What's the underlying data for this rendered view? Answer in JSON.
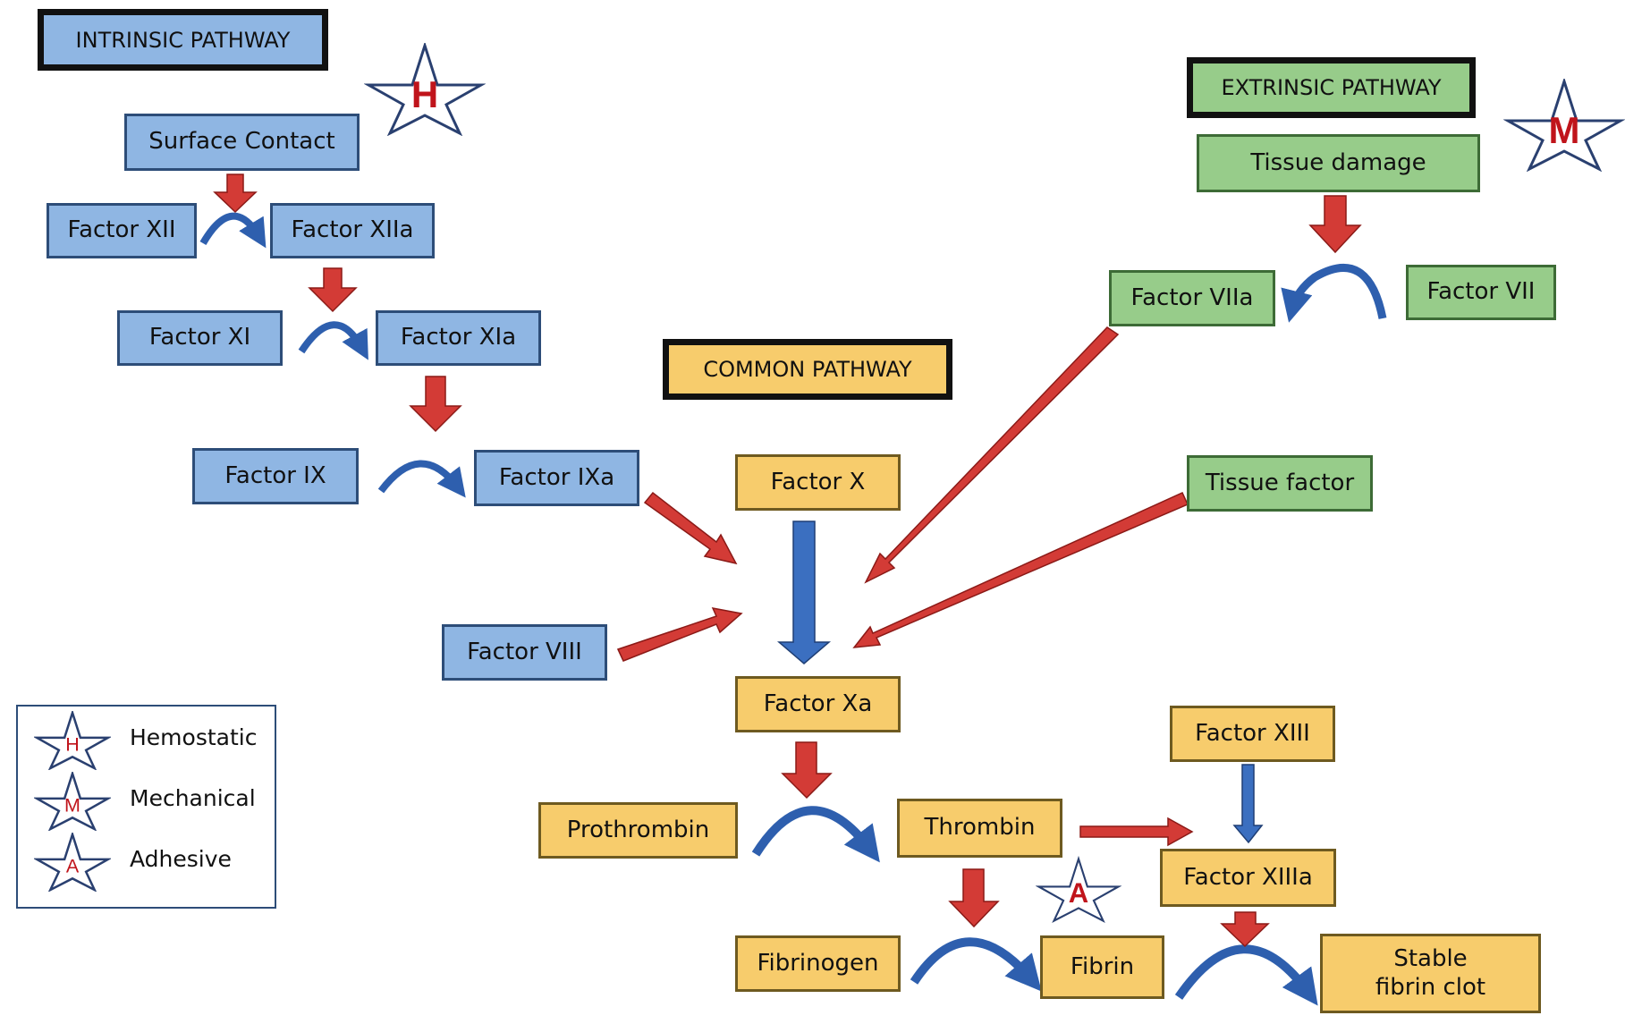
{
  "headers": {
    "intrinsic": "INTRINSIC PATHWAY",
    "extrinsic": "EXTRINSIC PATHWAY",
    "common": "COMMON PATHWAY"
  },
  "nodes": {
    "surface_contact": "Surface Contact",
    "factor_xii": "Factor XII",
    "factor_xiia": "Factor XIIa",
    "factor_xi": "Factor XI",
    "factor_xia": "Factor XIa",
    "factor_ix": "Factor IX",
    "factor_ixa": "Factor IXa",
    "factor_viii": "Factor VIII",
    "tissue_damage": "Tissue damage",
    "factor_viia": "Factor VIIa",
    "factor_vii": "Factor VII",
    "tissue_factor": "Tissue factor",
    "factor_x": "Factor X",
    "factor_xa": "Factor Xa",
    "prothrombin": "Prothrombin",
    "thrombin": "Thrombin",
    "factor_xiii": "Factor XIII",
    "factor_xiiia": "Factor XIIIa",
    "fibrinogen": "Fibrinogen",
    "fibrin": "Fibrin",
    "stable_fibrin_clot": "Stable fibrin clot"
  },
  "stars": {
    "intrinsic": "H",
    "extrinsic": "M",
    "fibrin": "A"
  },
  "legend": [
    {
      "letter": "H",
      "label": "Hemostatic"
    },
    {
      "letter": "M",
      "label": "Mechanical"
    },
    {
      "letter": "A",
      "label": "Adhesive"
    }
  ],
  "colors": {
    "intrinsic_box": "#8fb6e3",
    "extrinsic_box": "#97cc8a",
    "common_box": "#f7cc6c",
    "activation_arrow": "#d33b36",
    "conversion_arrow": "#2e5fae",
    "star_letter": "#c0141b"
  }
}
